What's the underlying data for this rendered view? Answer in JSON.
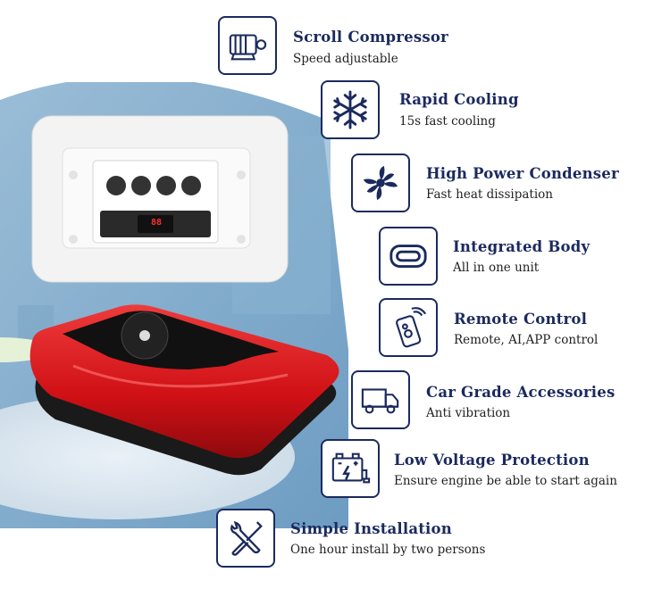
{
  "colors": {
    "accent": "#1b2a5e",
    "product_red": "#d3141a",
    "panel_white": "#f4f4f4",
    "background_blue": "#7fa8c9"
  },
  "product": {
    "display_reading": "88"
  },
  "features": [
    {
      "icon": "scroll-compressor-icon",
      "title": "Scroll Compressor",
      "subtitle": "Speed adjustable"
    },
    {
      "icon": "snowflake-icon",
      "title": "Rapid Cooling",
      "subtitle": "15s fast cooling"
    },
    {
      "icon": "fan-icon",
      "title": "High Power Condenser",
      "subtitle": "Fast heat dissipation"
    },
    {
      "icon": "integrated-body-icon",
      "title": "Integrated Body",
      "subtitle": "All in one unit"
    },
    {
      "icon": "remote-control-icon",
      "title": "Remote Control",
      "subtitle": "Remote, AI,APP control"
    },
    {
      "icon": "truck-icon",
      "title": "Car Grade Accessories",
      "subtitle": "Anti vibration"
    },
    {
      "icon": "battery-icon",
      "title": "Low Voltage Protection",
      "subtitle": "Ensure engine be able to start again"
    },
    {
      "icon": "tools-icon",
      "title": "Simple Installation",
      "subtitle": "One hour install by two persons"
    }
  ]
}
